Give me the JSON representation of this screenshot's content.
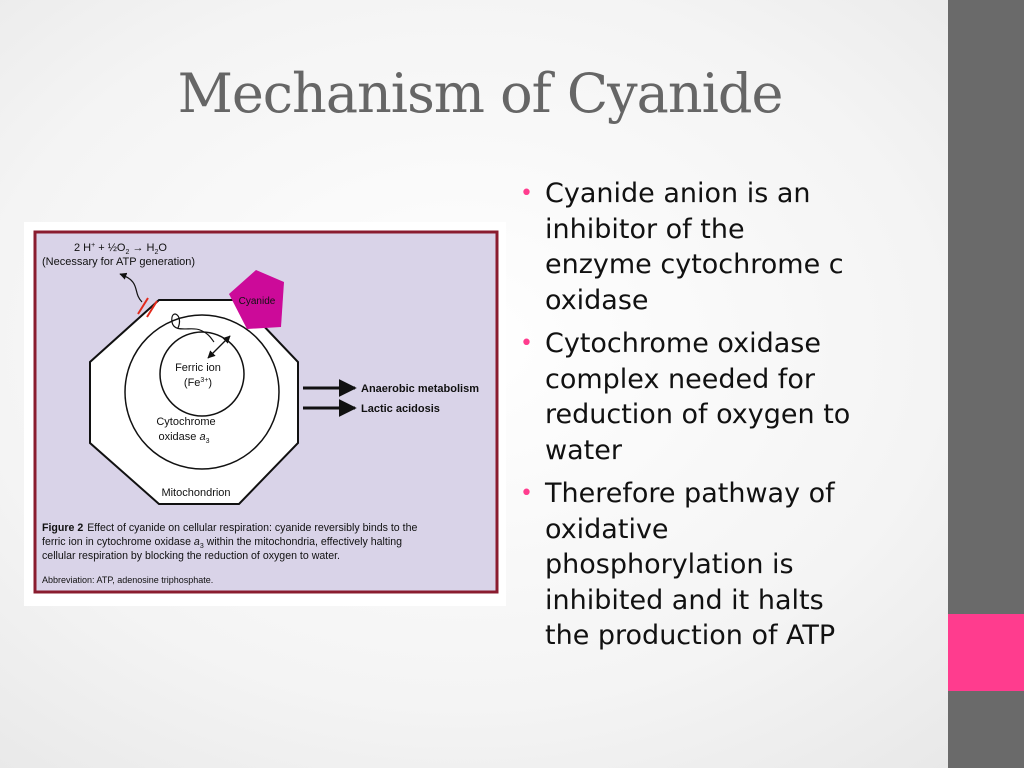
{
  "slide": {
    "title": "Mechanism of Cyanide",
    "bullets": [
      {
        "lines": [
          "Cyanide anion is an",
          "inhibitor of the",
          "enzyme cytochrome c",
          "oxidase"
        ]
      },
      {
        "lines": [
          "Cytochrome oxidase",
          "complex needed for",
          "reduction of oxygen to",
          "water"
        ]
      },
      {
        "lines": [
          "Therefore pathway of",
          "oxidative",
          "phosphorylation is",
          "inhibited and it halts",
          "the production of ATP"
        ]
      }
    ],
    "bullet_glyph": "•"
  },
  "figure": {
    "equation_parts": [
      "2 H",
      "+",
      " + ½O",
      "2",
      " → H",
      "2",
      "O"
    ],
    "equation_note": "(Necessary for ATP generation)",
    "cyanide_label": "Cyanide",
    "ferric_label": "Ferric ion",
    "ferric_formula_parts": [
      "(Fe",
      "3+",
      ")"
    ],
    "cytochrome_label": "Cytochrome",
    "oxidase_parts": [
      "oxidase ",
      "a",
      "3"
    ],
    "mitochondrion_label": "Mitochondrion",
    "arrow_labels": [
      "Anaerobic metabolism",
      "Lactic acidosis"
    ],
    "caption_figure_label": "Figure 2",
    "caption_line1": "Effect of cyanide on cellular respiration: cyanide reversibly binds to the",
    "caption_line2_parts": [
      "ferric ion in cytochrome oxidase ",
      "a",
      "3",
      " within the mitochondria, effectively halting"
    ],
    "caption_line3": "cellular respiration by blocking the reduction of oxygen to water.",
    "abbreviation": "Abbreviation: ATP, adenosine triphosphate."
  },
  "colors": {
    "accent_pink": "#ff3c8e",
    "cyanide_magenta": "#cc0a99",
    "figure_background": "#d9d3e8",
    "figure_border": "#8a1c2f",
    "block_red": "#e22a1c"
  },
  "icons": {
    "bullet": "bullet-dot-icon",
    "arrow": "right-arrow-icon"
  }
}
